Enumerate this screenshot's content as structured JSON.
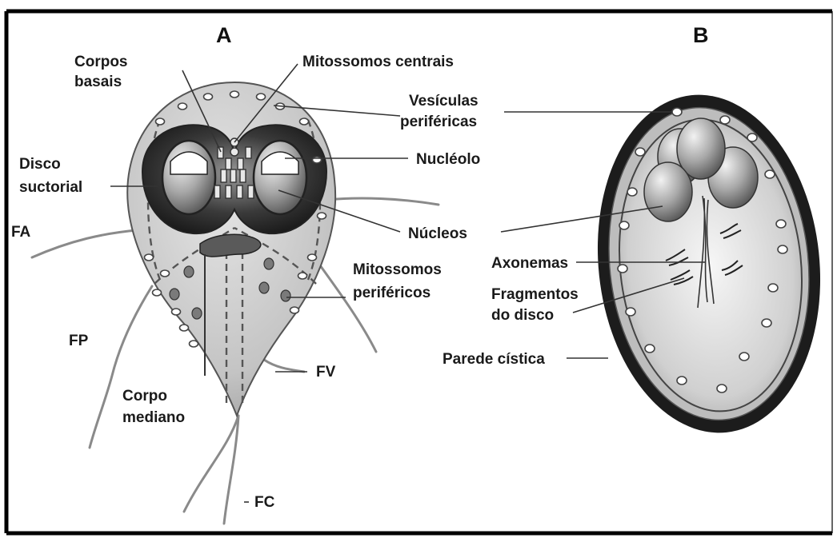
{
  "panels": {
    "a": "A",
    "b": "B"
  },
  "labels_a": {
    "corpos_basais_1": "Corpos",
    "corpos_basais_2": "basais",
    "mitossomos_centrais": "Mitossomos centrais",
    "vesiculas_1": "Vesículas",
    "vesiculas_2": "periféricas",
    "disco_1": "Disco",
    "disco_2": "suctorial",
    "nucleolo": "Nucléolo",
    "fa": "FA",
    "nucleos": "Núcleos",
    "mito_perif_1": "Mitossomos",
    "mito_perif_2": "periféricos",
    "fp": "FP",
    "fv": "FV",
    "corpo_mediano_1": "Corpo",
    "corpo_mediano_2": "mediano",
    "fc": "FC"
  },
  "labels_b": {
    "axonemas": "Axonemas",
    "fragmentos_1": "Fragmentos",
    "fragmentos_2": "do disco",
    "parede_cistica": "Parede cística"
  }
}
